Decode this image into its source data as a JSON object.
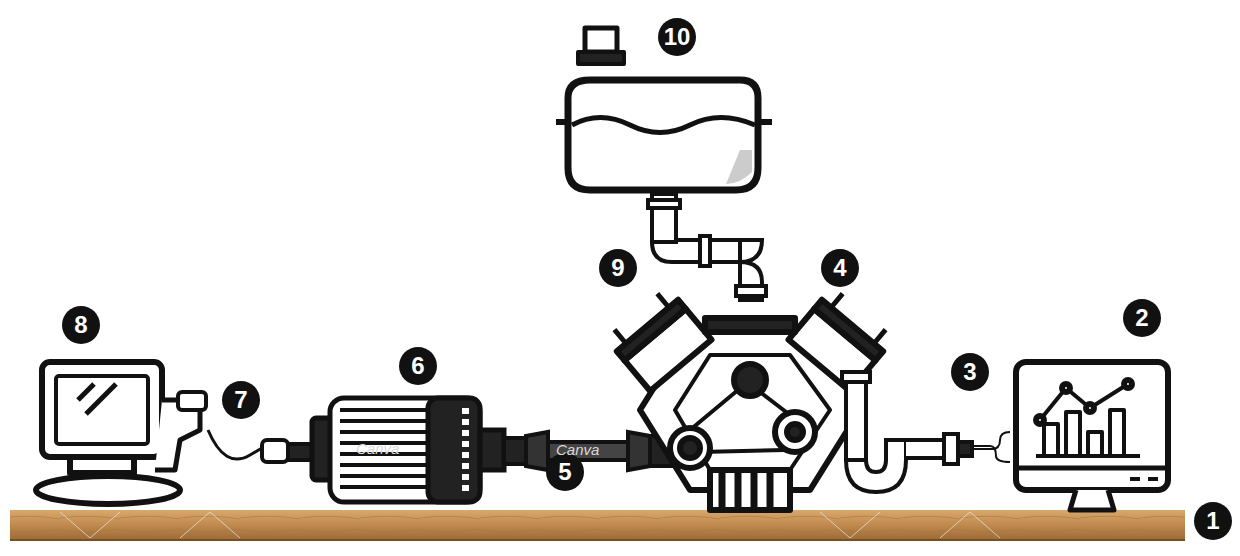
{
  "diagram": {
    "labels": [
      "10",
      "9",
      "4",
      "8",
      "2",
      "6",
      "3",
      "7",
      "5",
      "1",
      "Canva",
      "Canva"
    ]
  }
}
